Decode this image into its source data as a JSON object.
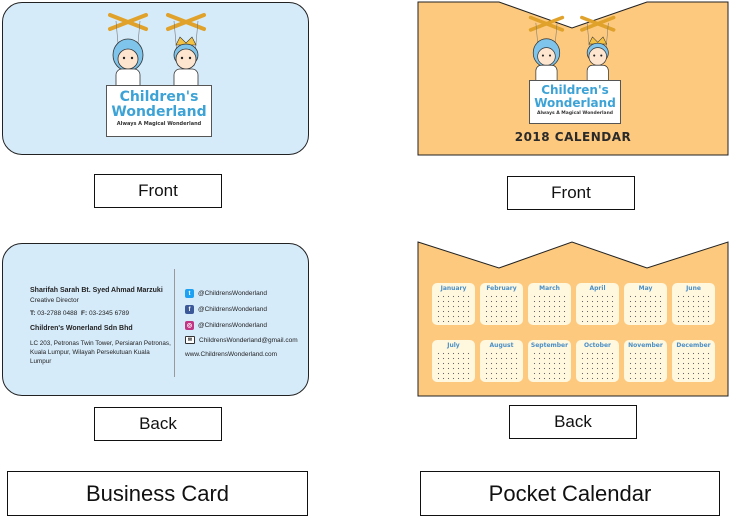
{
  "business_card": {
    "front_label": "Front",
    "back_label": "Back",
    "title": "Business Card",
    "logo": {
      "line1": "Children's",
      "line2": "Wonderland",
      "tagline": "Always A Magical Wonderland"
    },
    "back": {
      "name": "Sharifah Sarah Bt. Syed Ahmad Marzuki",
      "role": "Creative Director",
      "phone_prefix": "T:",
      "phone": "03-2788 0488",
      "fax_prefix": "F:",
      "fax": "03-2345 6789",
      "company": "Children's Wonerland Sdn Bhd",
      "address1": "LC 203, Petronas Twin Tower, Persiaran Petronas,",
      "address2": "Kuala Lumpur, Wilayah Persekutuan Kuala",
      "address3": "Lumpur",
      "social": [
        {
          "icon": "twitter-icon",
          "color": "#1da1f2",
          "glyph": "t",
          "text": "@ChildrensWonderland"
        },
        {
          "icon": "facebook-icon",
          "color": "#3b5998",
          "glyph": "f",
          "text": "@ChildrensWonderland"
        },
        {
          "icon": "instagram-icon",
          "color": "#c13584",
          "glyph": "◎",
          "text": "@ChildrensWonderland"
        },
        {
          "icon": "mail-icon",
          "color": "#444444",
          "glyph": "✉",
          "text": "ChildrensWonderland@gmail.com"
        }
      ],
      "website": "www.ChildrensWonderland.com"
    }
  },
  "pocket_calendar": {
    "front_label": "Front",
    "back_label": "Back",
    "title": "Pocket Calendar",
    "calendar_title": "2018 CALENDAR",
    "logo": {
      "line1": "Children's",
      "line2": "Wonderland",
      "tagline": "Always A Magical Wonderland"
    },
    "months": [
      "January",
      "February",
      "March",
      "April",
      "May",
      "June",
      "July",
      "August",
      "September",
      "October",
      "November",
      "December"
    ]
  },
  "colors": {
    "card_blue": "#d6ebfa",
    "calendar_orange": "#fcc97e",
    "logo_blue": "#3da3d6"
  }
}
